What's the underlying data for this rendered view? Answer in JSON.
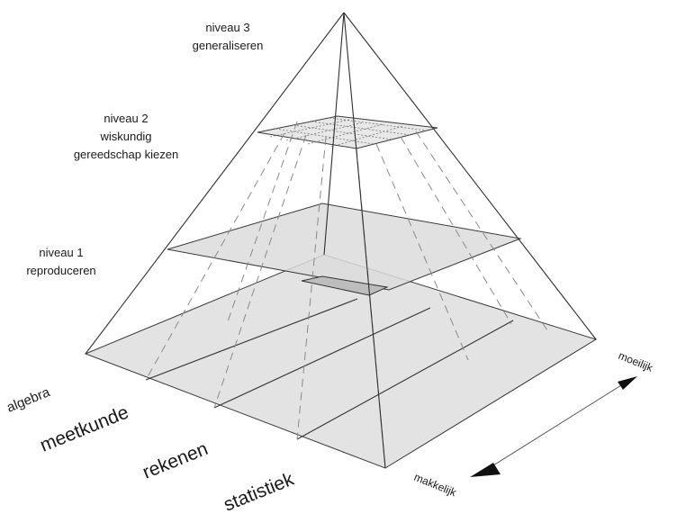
{
  "levels": [
    {
      "title": "niveau 3",
      "lines": [
        "generaliseren"
      ]
    },
    {
      "title": "niveau 2",
      "lines": [
        "wiskundig",
        "gereedschap kiezen"
      ]
    },
    {
      "title": "niveau 1",
      "lines": [
        "reproduceren"
      ]
    }
  ],
  "domains": [
    "algebra",
    "meetkunde",
    "rekenen",
    "statistiek"
  ],
  "axis": {
    "hard": "moeilijk",
    "easy": "makkelijk"
  }
}
